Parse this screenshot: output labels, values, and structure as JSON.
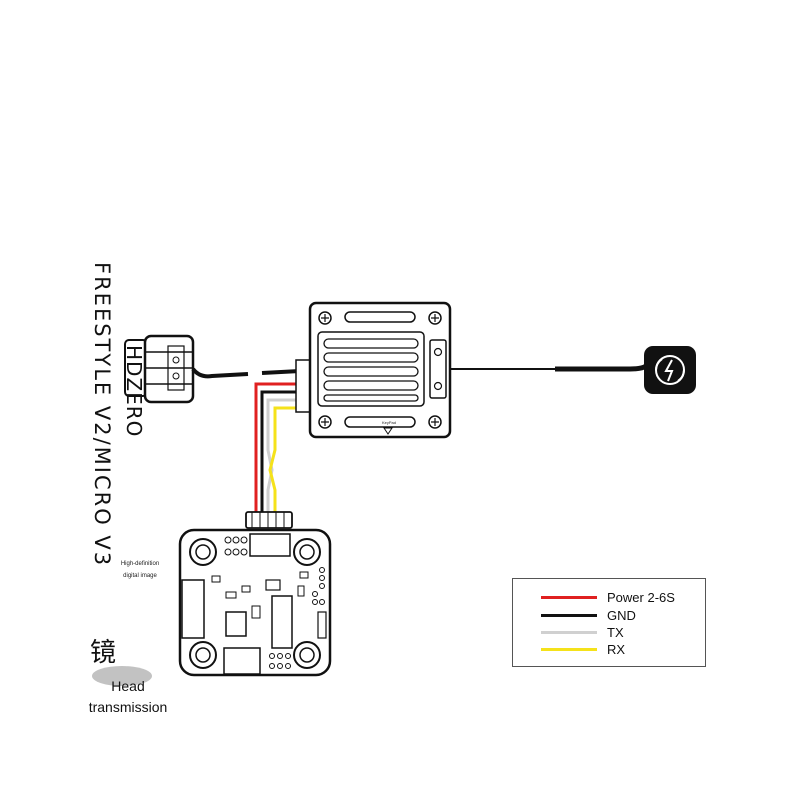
{
  "camera": {
    "vertical_text": "FREESTYLE V2/MICRO V3",
    "brand_text": "HDZERO"
  },
  "labels": {
    "high_definition": "High-definition",
    "digital_image": "digital image",
    "chinese_char": "镜",
    "head": "Head",
    "transmission": "transmission",
    "vtx_mark": "KeyPad"
  },
  "legend": {
    "items": [
      {
        "label": "Power 2-6S",
        "color": "#e02020"
      },
      {
        "label": "GND",
        "color": "#111111"
      },
      {
        "label": "TX",
        "color": "#d0d0d0"
      },
      {
        "label": "RX",
        "color": "#f5e21a"
      }
    ]
  }
}
